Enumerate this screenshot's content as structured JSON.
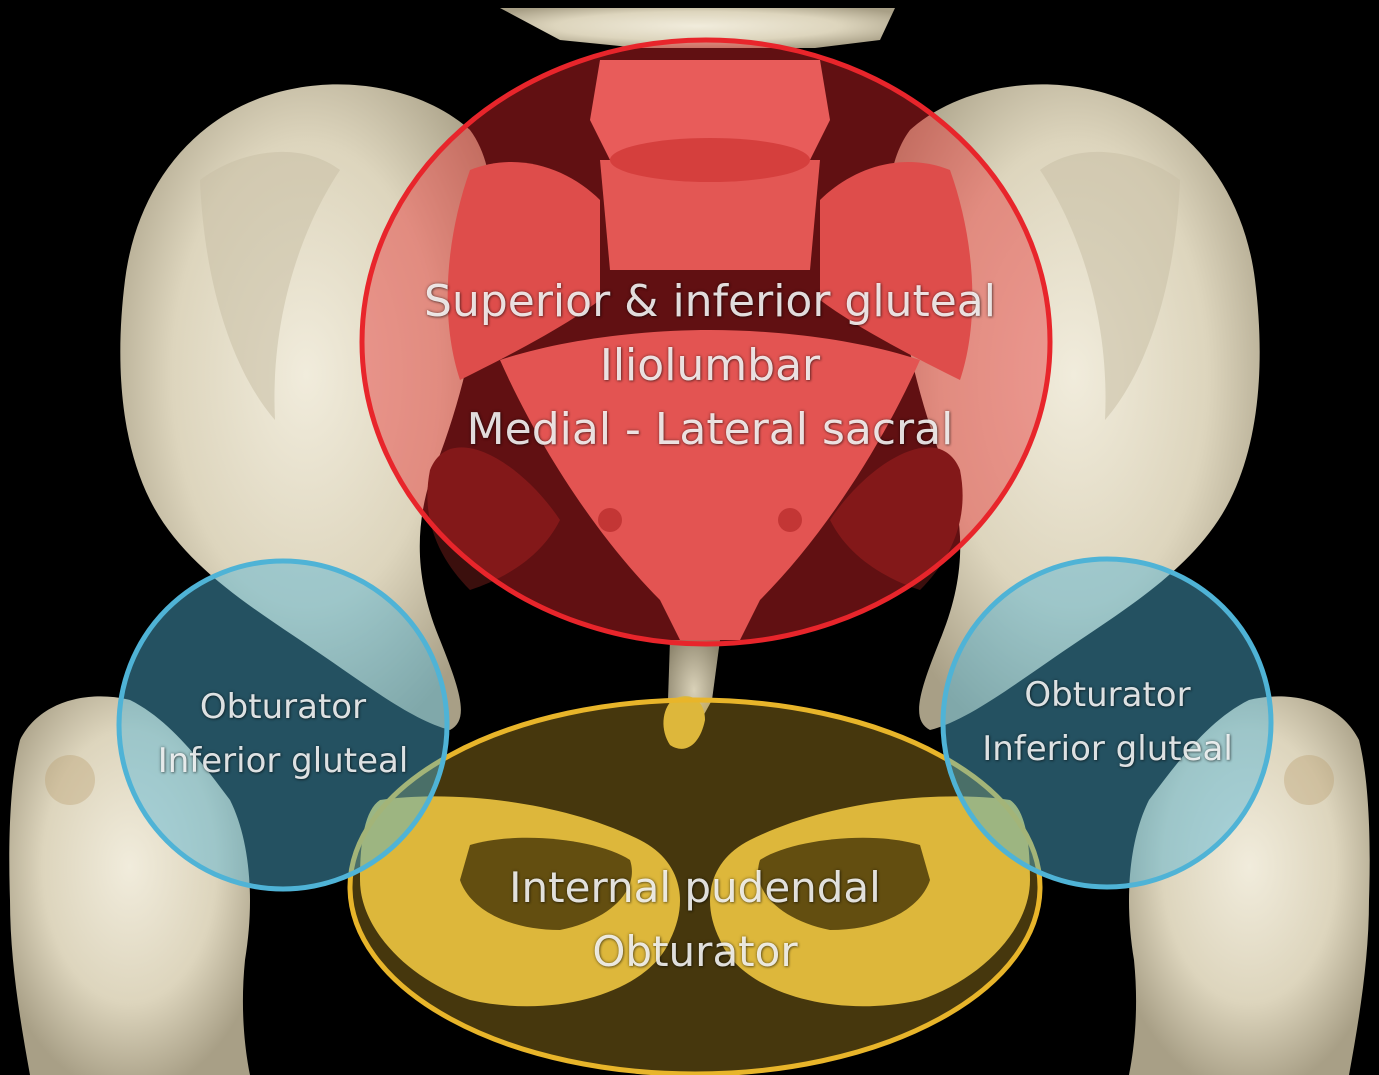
{
  "regions": {
    "red": {
      "color": "#e8252b",
      "lines": [
        "Superior & inferior gluteal",
        "Iliolumbar",
        "Medial - Lateral sacral"
      ]
    },
    "blue_left": {
      "color": "#4fb3d6",
      "lines": [
        "Obturator",
        "Inferior gluteal"
      ]
    },
    "blue_right": {
      "color": "#4fb3d6",
      "lines": [
        "Obturator",
        "Inferior gluteal"
      ]
    },
    "yellow": {
      "color": "#e8b52a",
      "lines": [
        "Internal pudendal",
        "Obturator"
      ]
    }
  }
}
